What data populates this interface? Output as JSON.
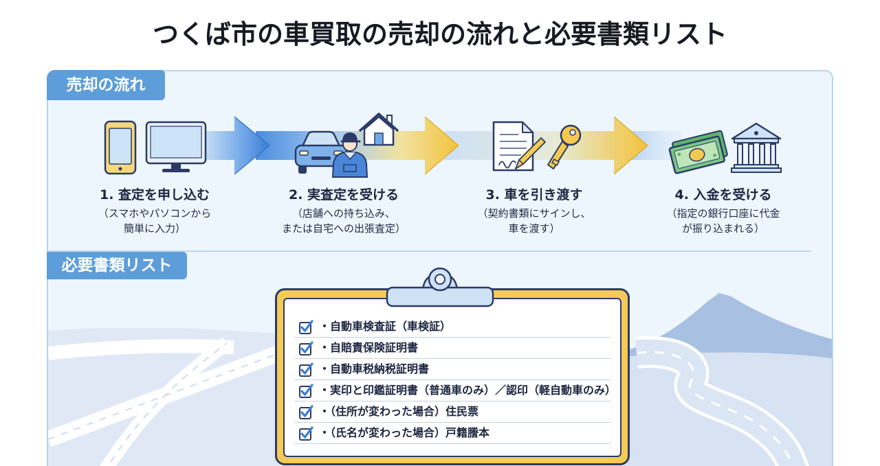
{
  "title": "つくば市の車買取の売却の流れと必要書類リスト",
  "flow": {
    "section_label": "売却の流れ",
    "steps": [
      {
        "label": "1. 査定を申し込む",
        "desc": [
          "（スマホやパソコンから",
          "簡単に入力）"
        ],
        "icons": [
          "smartphone-icon",
          "computer-monitor-icon"
        ]
      },
      {
        "label": "2. 実査定を受ける",
        "desc": [
          "（店舗への持ち込み、",
          "または自宅への出張査定）"
        ],
        "icons": [
          "car-icon",
          "mechanic-icon",
          "house-icon"
        ]
      },
      {
        "label": "3. 車を引き渡す",
        "desc": [
          "（契約書類にサインし、",
          "車を渡す）"
        ],
        "icons": [
          "contract-document-icon",
          "pen-icon",
          "car-key-icon"
        ]
      },
      {
        "label": "4. 入金を受ける",
        "desc": [
          "（指定の銀行口座に代金",
          "が振り込まれる）"
        ],
        "icons": [
          "banknotes-icon",
          "bank-icon"
        ]
      }
    ]
  },
  "documents": {
    "section_label": "必要書類リスト",
    "items": [
      {
        "text": "・自動車検査証（車検証）",
        "checked": true
      },
      {
        "text": "・自賠責保険証明書",
        "checked": true
      },
      {
        "text": "・自動車税納税証明書",
        "checked": true
      },
      {
        "text": "・実印と印鑑証明書（普通車のみ）／認印（軽自動車のみ）",
        "checked": true
      },
      {
        "text": "・（住所が変わった場合）住民票",
        "checked": true
      },
      {
        "text": "・（氏名が変わった場合）戸籍謄本",
        "checked": true
      }
    ]
  },
  "colors": {
    "tab_blue": "#5d9dd9",
    "navy": "#2b3a67",
    "accent_yellow": "#f5cb55",
    "panel_bg": "#edf6fc",
    "panel_border": "#b6d5ee",
    "text_dark": "#1c2540",
    "check_blue": "#3a7fd5"
  }
}
